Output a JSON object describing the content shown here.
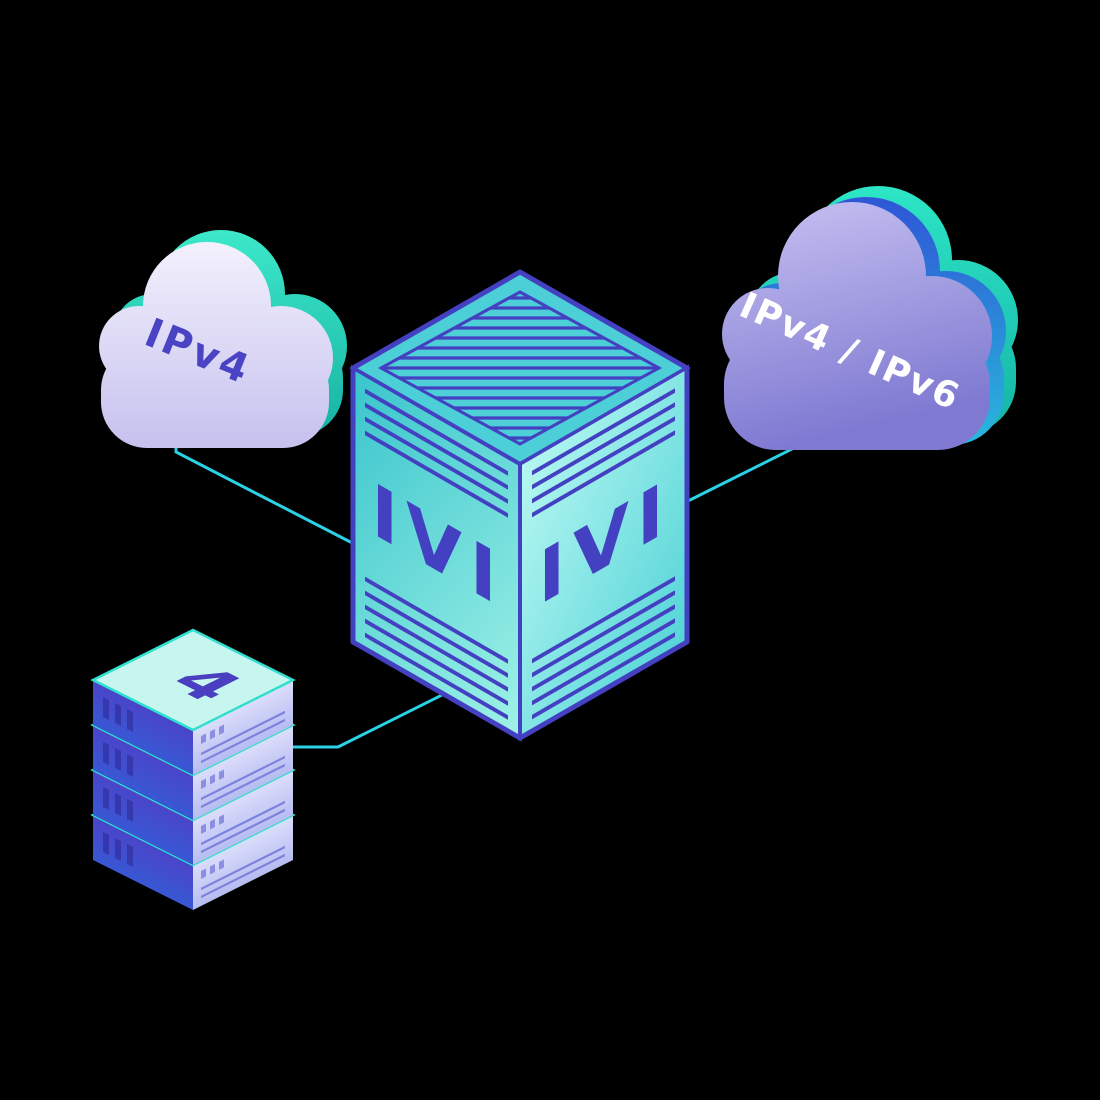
{
  "diagram": {
    "background_color": "#000000",
    "connector_color": "#2bd2e6",
    "nodes": {
      "left_cloud": {
        "label": "IPv4",
        "body_color": "#d9d5f4",
        "accent_color": "#2fe2c4"
      },
      "right_cloud": {
        "label": "IPv4 / IPv6",
        "body_color": "#8e88da",
        "accent_color_teal": "#2fe2c4",
        "accent_color_blue": "#2f55d4"
      },
      "translator_cube": {
        "left_face_label": "IVI",
        "right_face_label": "IVI",
        "face_color": "#4ccfd6",
        "outline_color": "#4440c2"
      },
      "server_stack": {
        "label": "4",
        "top_color": "#c6f6ef",
        "side_color": "#4b44c8"
      }
    }
  }
}
